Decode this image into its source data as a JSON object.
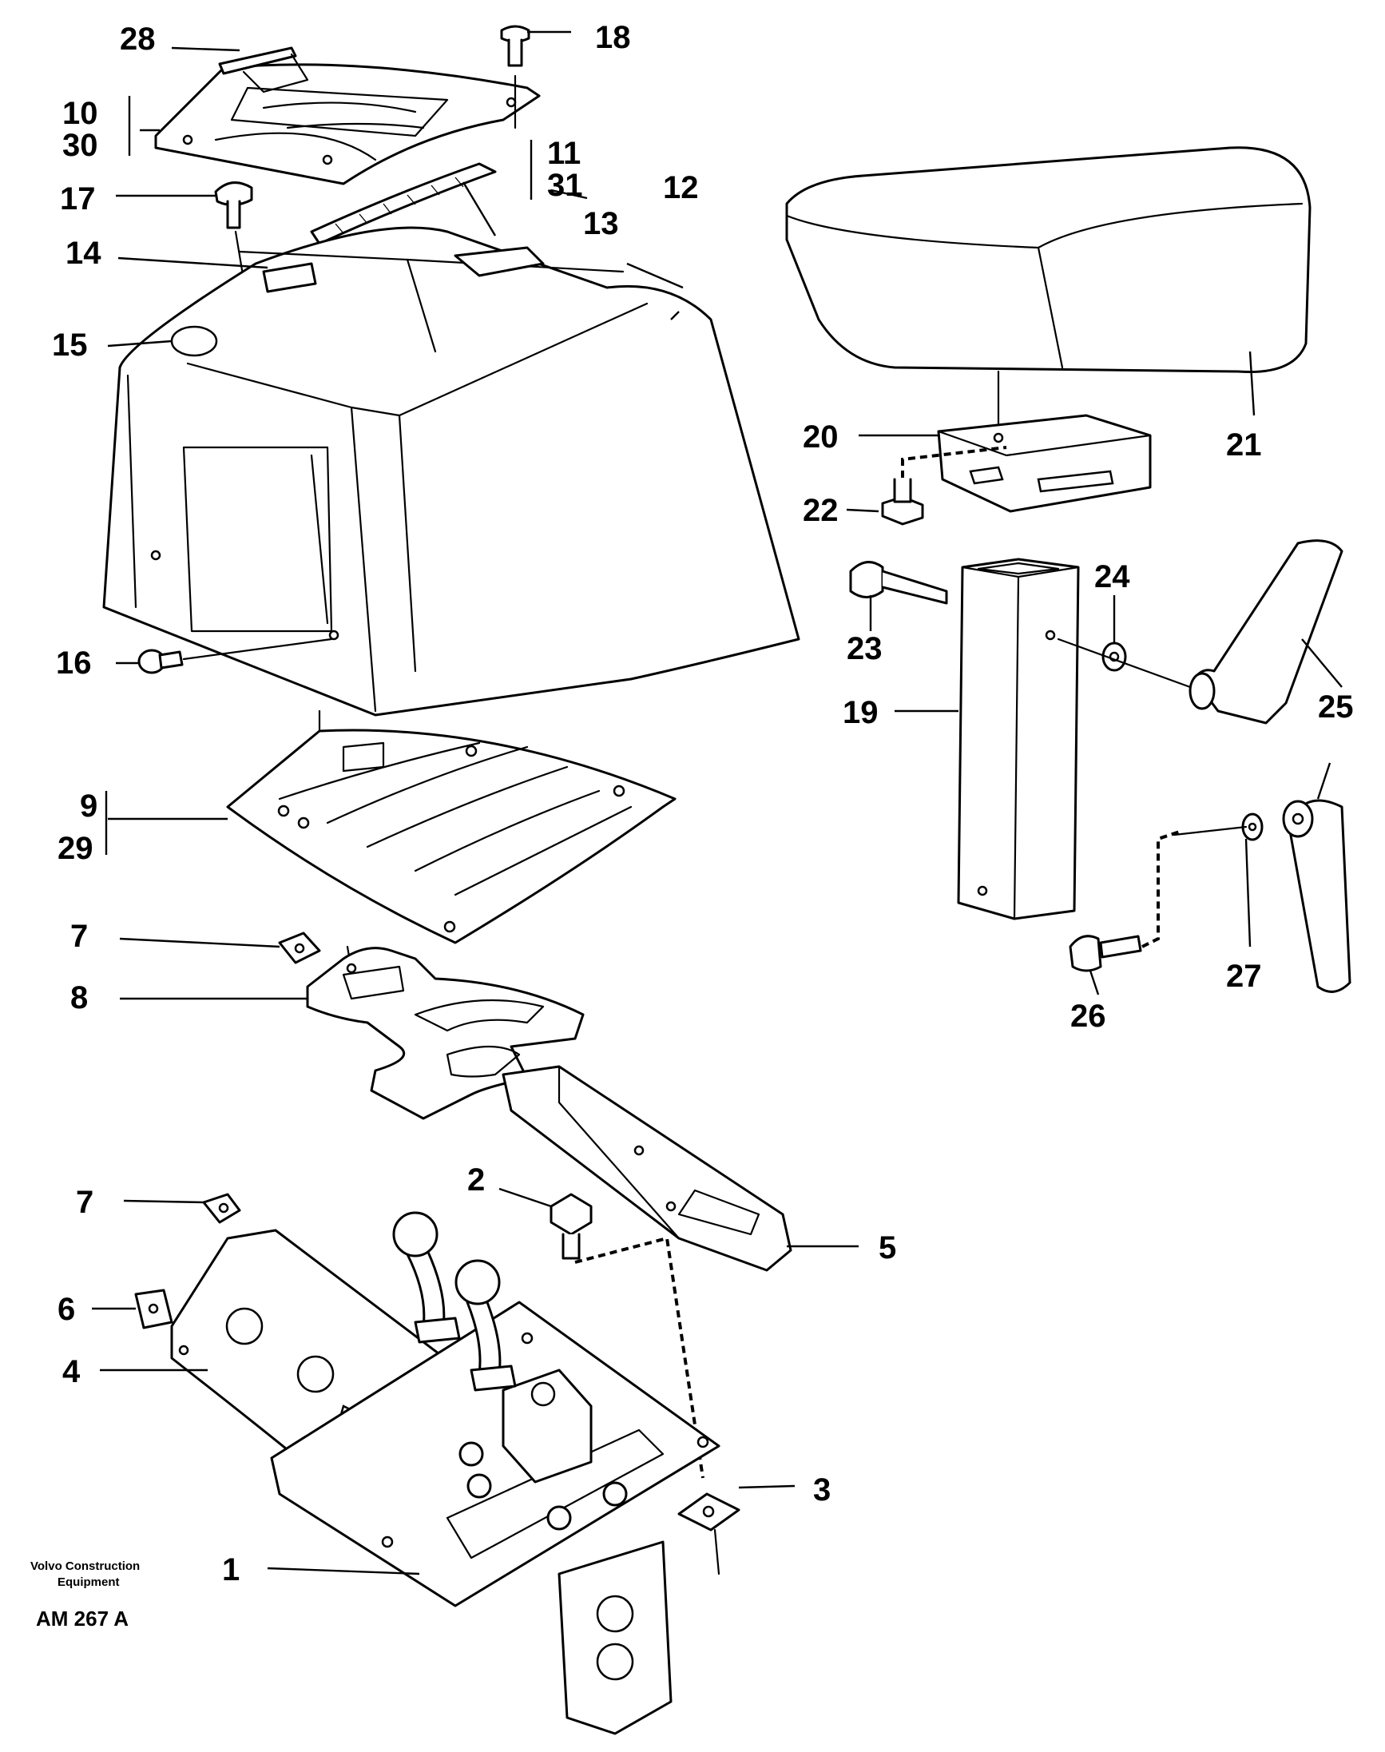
{
  "labels": {
    "l1": "1",
    "l2": "2",
    "l3": "3",
    "l4": "4",
    "l5": "5",
    "l6": "6",
    "l7a": "7",
    "l7b": "7",
    "l8": "8",
    "l9": "9",
    "l29": "29",
    "l10": "10",
    "l30": "30",
    "l11": "11",
    "l31": "31",
    "l12": "12",
    "l13": "13",
    "l14": "14",
    "l15": "15",
    "l16": "16",
    "l17": "17",
    "l18": "18",
    "l19": "19",
    "l20": "20",
    "l21": "21",
    "l22": "22",
    "l23": "23",
    "l24": "24",
    "l25": "25",
    "l26": "26",
    "l27": "27",
    "l28": "28"
  },
  "caption": {
    "line1": "Volvo Construction",
    "line2": "Equipment",
    "code": "AM 267 A"
  }
}
